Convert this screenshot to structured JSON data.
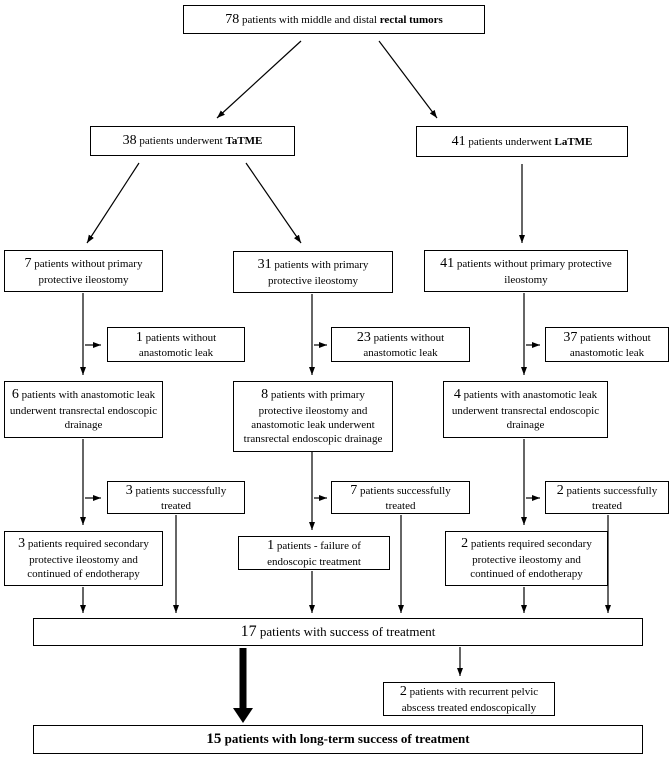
{
  "colors": {
    "background": "#ffffff",
    "line": "#000000",
    "box_border": "#000000",
    "box_fill": "#ffffff"
  },
  "boxes": {
    "total": {
      "num": "78",
      "text": " patients with middle and distal ",
      "bold": "rectal tumors"
    },
    "tatme": {
      "num": "38",
      "text": " patients underwent ",
      "bold": "TaTME"
    },
    "latme": {
      "num": "41",
      "text": " patients underwent ",
      "bold": "LaTME"
    },
    "tatme_no_ileostomy": {
      "num": "7",
      "text": " patients without primary protective ileostomy"
    },
    "tatme_ileostomy": {
      "num": "31",
      "text": " patients with primary protective ileostomy"
    },
    "latme_no_ileostomy": {
      "num": "41",
      "text": " patients without primary protective ileostomy"
    },
    "tatme_no_leak": {
      "num": "1",
      "text": " patients without anastomotic leak"
    },
    "ileostomy_no_leak": {
      "num": "23",
      "text": " patients without anastomotic leak"
    },
    "latme_no_leak": {
      "num": "37",
      "text": " patients without anastomotic leak"
    },
    "tatme_drainage": {
      "num": "6",
      "text": " patients with anastomotic leak underwent transrectal endoscopic drainage"
    },
    "ileostomy_drainage": {
      "num": "8",
      "text": " patients with primary protective ileostomy and anastomotic leak underwent transrectal endoscopic drainage"
    },
    "latme_drainage": {
      "num": "4",
      "text": " patients with anastomotic leak underwent transrectal endoscopic drainage"
    },
    "tatme_treated": {
      "num": "3",
      "text": " patients successfully treated"
    },
    "ileostomy_treated": {
      "num": "7",
      "text": " patients successfully treated"
    },
    "latme_treated": {
      "num": "2",
      "text": " patients successfully treated"
    },
    "tatme_secondary": {
      "num": "3",
      "text": " patients required secondary protective ileostomy and continued of endotherapy"
    },
    "ileostomy_failure": {
      "num": "1",
      "text": " patients - failure of endoscopic treatment"
    },
    "latme_secondary": {
      "num": "2",
      "text": " patients required secondary protective ileostomy and continued of endotherapy"
    },
    "success": {
      "num": "17",
      "text": " patients with success of treatment"
    },
    "recurrent": {
      "num": "2",
      "text": " patients with recurrent pelvic abscess treated endoscopically"
    },
    "longterm": {
      "num": "15",
      "text": " patients with long-term success of treatment"
    }
  }
}
